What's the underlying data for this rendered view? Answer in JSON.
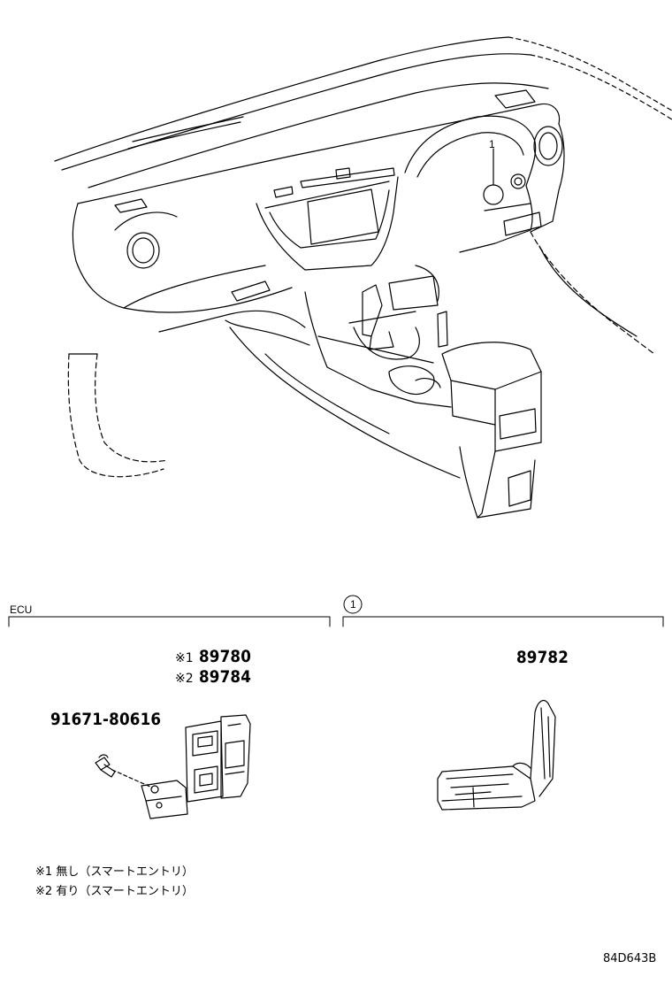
{
  "callout": {
    "number": "1"
  },
  "sections": {
    "left": {
      "title": "ECU"
    },
    "right": {
      "marker": "1"
    }
  },
  "parts": {
    "ecu_no1_mark": "※1",
    "ecu_no1": "89780",
    "ecu_no2_mark": "※2",
    "ecu_no2": "89784",
    "bolt": "91671-80616",
    "antenna": "89782"
  },
  "notes": [
    {
      "mark": "※1",
      "text": "無し（スマートエントリ）"
    },
    {
      "mark": "※2",
      "text": "有り（スマートエントリ）"
    }
  ],
  "diagram_code": "84D643B"
}
